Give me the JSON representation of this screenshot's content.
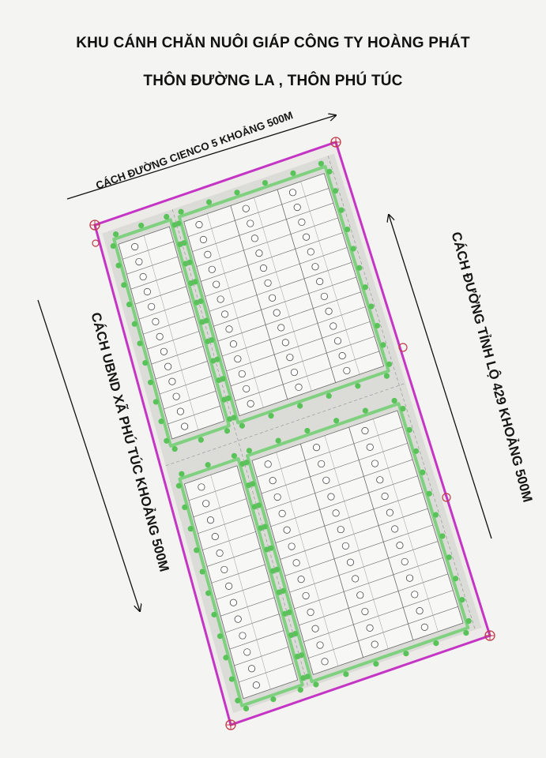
{
  "header": {
    "title": "KHU CÁNH CHĂN NUÔI GIÁP CÔNG TY HOÀNG PHÁT",
    "subtitle": "THÔN ĐƯỜNG LA , THÔN PHÚ TÚC"
  },
  "distances": {
    "top": "CÁCH ĐƯỜNG CIENCO 5 KHOẢNG 500M",
    "right": "CÁCH ĐƯỜNG TỈNH LỘ 429 KHOẢNG 500M",
    "left": "CÁCH UBND XÃ PHÚ TÚC KHOẢNG 500M"
  },
  "colors": {
    "boundary": "#c535c5",
    "road": "#d9d9d6",
    "lot_line": "#6a6a6a",
    "tree": "#59c359",
    "green_strip": "#7fd17f",
    "text": "#111111",
    "background": "#f4f4f2"
  },
  "icons": {
    "corner_marker": "survey-marker-icon",
    "tree": "tree-icon",
    "arrow": "arrow-icon"
  }
}
